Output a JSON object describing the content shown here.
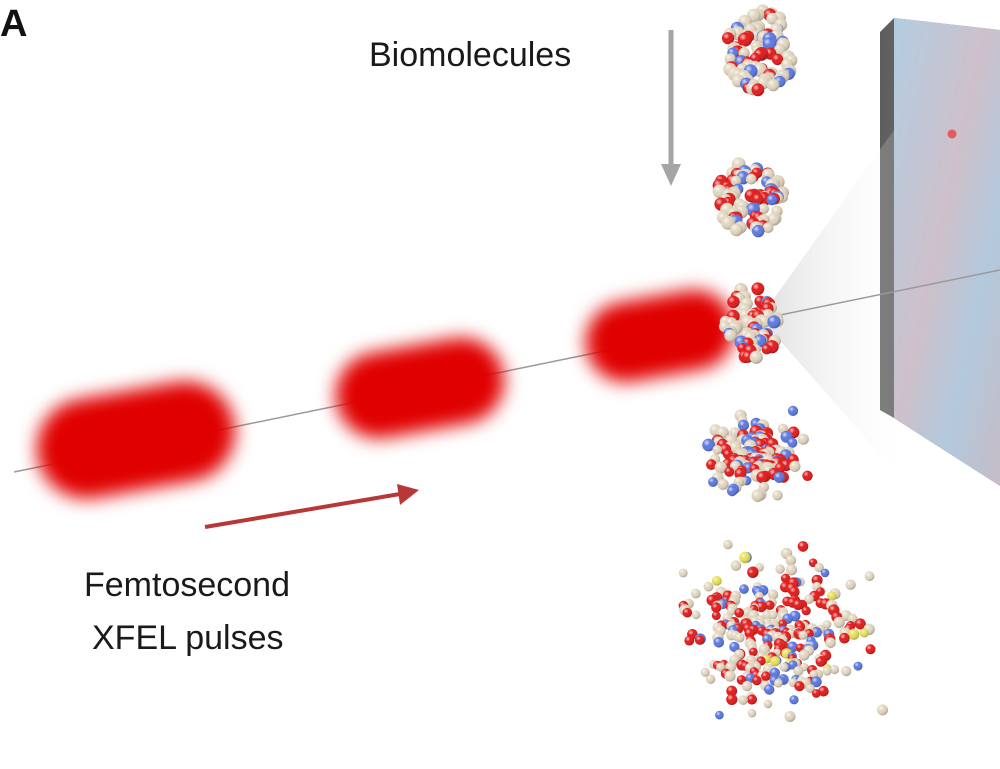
{
  "panel_letter": "A",
  "labels": {
    "biomolecules": "Biomolecules",
    "pulses_line1": "Femtosecond",
    "pulses_line2": "XFEL pulses"
  },
  "colors": {
    "pulse": "#e00000",
    "pulse_arrow": "#b83838",
    "drop_arrow": "#a5a5a5",
    "beam": "#9a9a9a",
    "atom_oxygen": "#e31a1a",
    "atom_carbon": "#e2d6c0",
    "atom_nitrogen": "#5b78e0",
    "atom_sulfur": "#e7e05a",
    "detector": "#9bb8d4"
  },
  "sequence": {
    "pulse_count": 3,
    "molecule_stages": [
      "intact",
      "intact",
      "hit",
      "exploding",
      "fragmented"
    ]
  }
}
